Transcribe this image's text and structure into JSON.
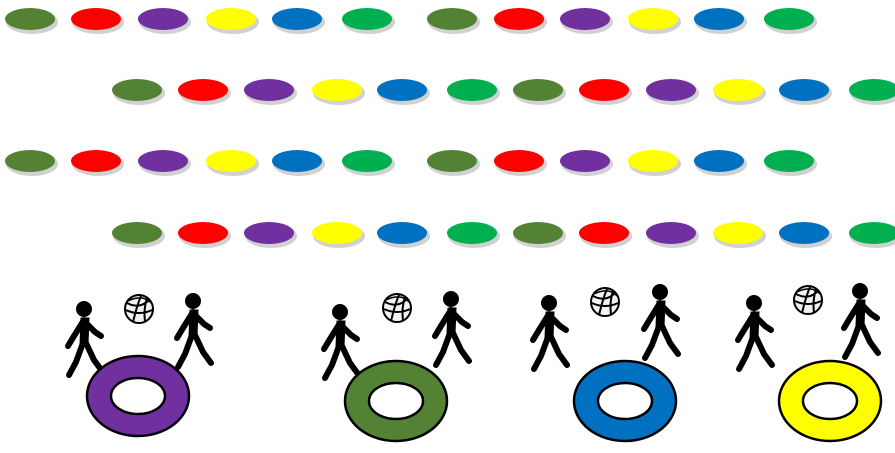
{
  "colors": {
    "green": "#548235",
    "red": "#ff0000",
    "purple": "#7030a0",
    "yellow": "#ffff00",
    "blue": "#0070c0",
    "bright_green": "#00b050",
    "outline": "#000000",
    "figure": "#000000"
  },
  "spot_rows": [
    {
      "name": "spot-row-1",
      "spots": [
        "green",
        "red",
        "purple",
        "yellow",
        "blue",
        "bright_green",
        "green",
        "red",
        "purple",
        "yellow",
        "blue",
        "bright_green"
      ]
    },
    {
      "name": "spot-row-2",
      "spots": [
        "green",
        "red",
        "purple",
        "yellow",
        "blue",
        "bright_green",
        "green",
        "red",
        "purple",
        "yellow",
        "blue",
        "bright_green"
      ]
    },
    {
      "name": "spot-row-3",
      "spots": [
        "green",
        "red",
        "purple",
        "yellow",
        "blue",
        "bright_green",
        "green",
        "red",
        "purple",
        "yellow",
        "blue",
        "bright_green"
      ]
    },
    {
      "name": "spot-row-4",
      "spots": [
        "green",
        "red",
        "purple",
        "yellow",
        "blue",
        "bright_green",
        "green",
        "red",
        "purple",
        "yellow",
        "blue",
        "bright_green"
      ]
    }
  ],
  "stations": [
    {
      "name": "station-purple",
      "ring_color": "purple",
      "icons": [
        "walking-person-icon",
        "volleyball-icon",
        "walking-person-icon",
        "ring-target-icon"
      ]
    },
    {
      "name": "station-green",
      "ring_color": "green",
      "icons": [
        "walking-person-icon",
        "volleyball-icon",
        "walking-person-icon",
        "ring-target-icon"
      ]
    },
    {
      "name": "station-blue",
      "ring_color": "blue",
      "icons": [
        "walking-person-icon",
        "volleyball-icon",
        "walking-person-icon",
        "ring-target-icon"
      ]
    },
    {
      "name": "station-yellow",
      "ring_color": "yellow",
      "icons": [
        "walking-person-icon",
        "volleyball-icon",
        "walking-person-icon",
        "ring-target-icon"
      ]
    }
  ]
}
